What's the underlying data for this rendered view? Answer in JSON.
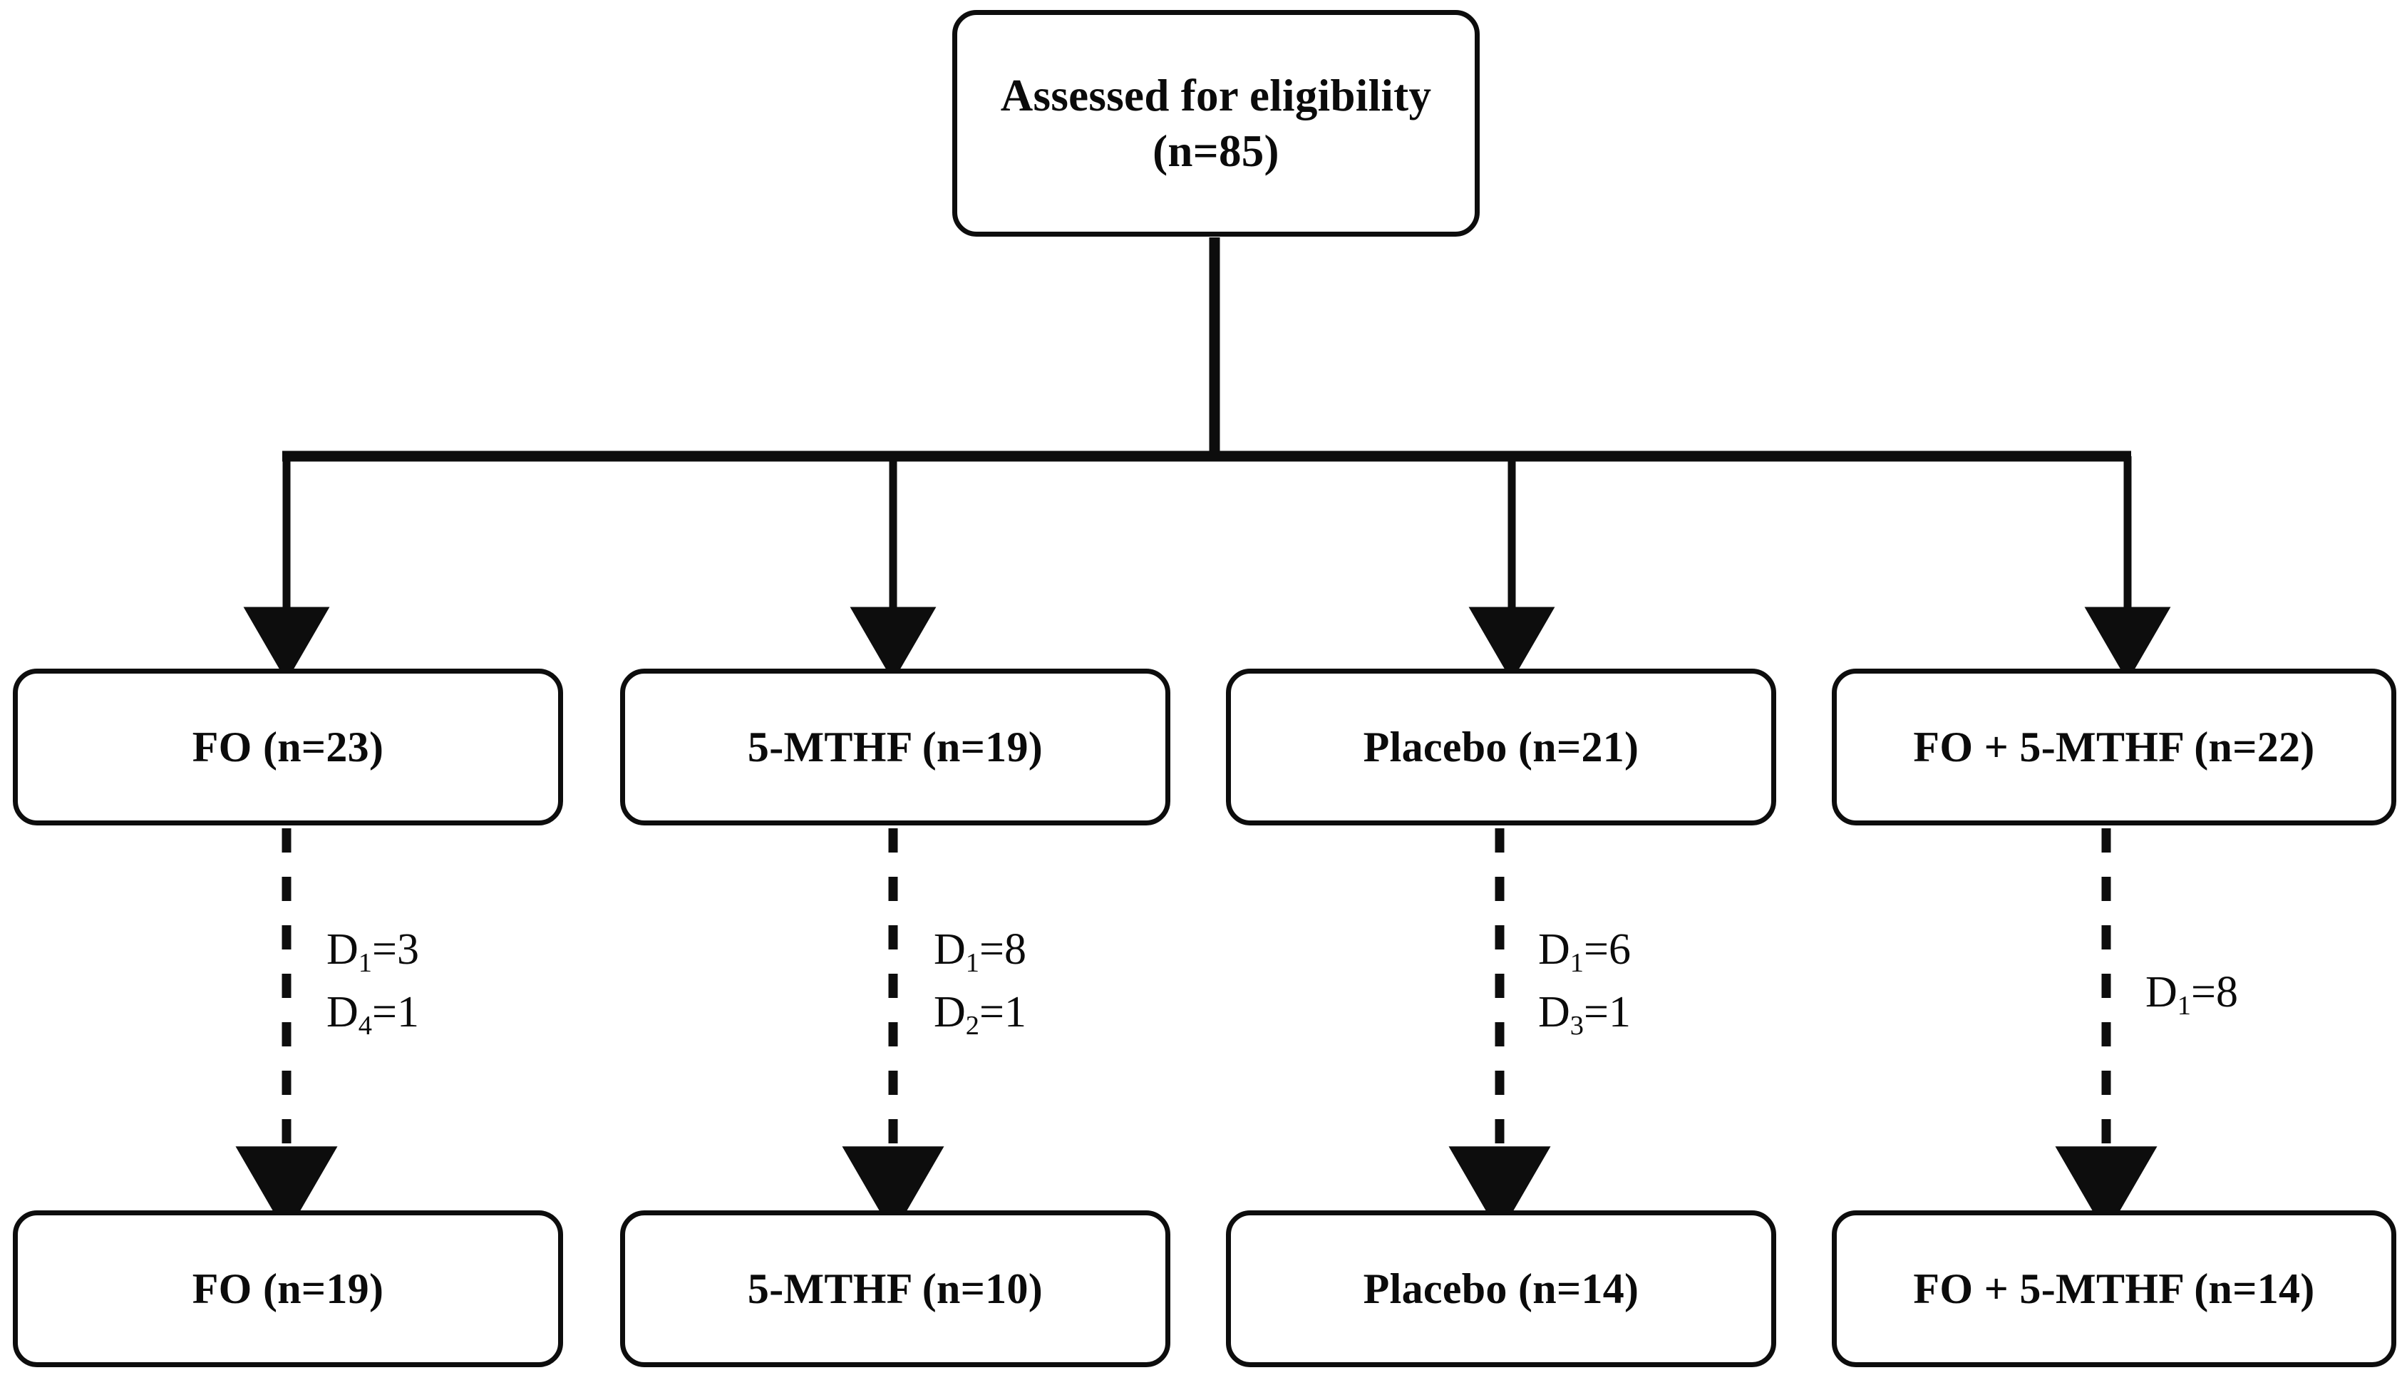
{
  "diagram": {
    "type": "flowchart",
    "title_node": {
      "id": "assessed",
      "text": "Assessed for eligibility\n(n=85)",
      "line1": "Assessed for eligibility",
      "line2": "(n=85)",
      "n": 85
    },
    "allocation_row": [
      {
        "id": "fo-alloc",
        "label": "FO (n=23)",
        "group": "FO",
        "n": 23
      },
      {
        "id": "mthf-alloc",
        "label": "5-MTHF (n=19)",
        "group": "5-MTHF",
        "n": 19
      },
      {
        "id": "placebo-alloc",
        "label": "Placebo (n=21)",
        "group": "Placebo",
        "n": 21
      },
      {
        "id": "combo-alloc",
        "label": "FO + 5-MTHF (n=22)",
        "group": "FO + 5-MTHF",
        "n": 22
      }
    ],
    "dropout_notes": [
      {
        "id": "dropout-fo",
        "lines": [
          {
            "code": "D",
            "sub": "1",
            "value": "3"
          },
          {
            "code": "D",
            "sub": "4",
            "value": "1"
          }
        ]
      },
      {
        "id": "dropout-mthf",
        "lines": [
          {
            "code": "D",
            "sub": "1",
            "value": "8"
          },
          {
            "code": "D",
            "sub": "2",
            "value": "1"
          }
        ]
      },
      {
        "id": "dropout-placebo",
        "lines": [
          {
            "code": "D",
            "sub": "1",
            "value": "6"
          },
          {
            "code": "D",
            "sub": "3",
            "value": "1"
          }
        ]
      },
      {
        "id": "dropout-combo",
        "lines": [
          {
            "code": "D",
            "sub": "1",
            "value": "8"
          }
        ]
      }
    ],
    "analysis_row": [
      {
        "id": "fo-final",
        "label": "FO (n=19)",
        "group": "FO",
        "n": 19
      },
      {
        "id": "mthf-final",
        "label": "5-MTHF (n=10)",
        "group": "5-MTHF",
        "n": 10
      },
      {
        "id": "placebo-final",
        "label": "Placebo (n=14)",
        "group": "Placebo",
        "n": 14
      },
      {
        "id": "combo-final",
        "label": "FO + 5-MTHF (n=14)",
        "group": "FO + 5-MTHF",
        "n": 14
      }
    ],
    "colors": {
      "stroke": "#0d0d0d",
      "text": "#0b0b0b",
      "background": "#ffffff"
    },
    "connectors": {
      "allocation_style": "solid-arrow",
      "dropout_style": "dashed-arrow"
    }
  }
}
